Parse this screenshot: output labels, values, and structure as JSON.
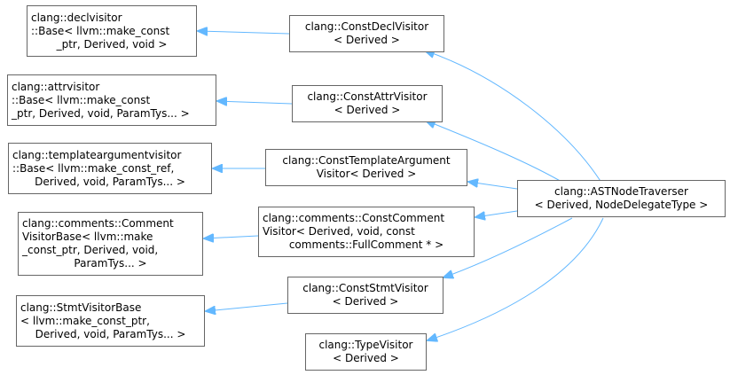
{
  "colors": {
    "edge": "#63b8ff",
    "border": "#666666",
    "background": "#ffffff"
  },
  "nodes": {
    "n1": {
      "lines": [
        "clang::declvisitor",
        "::Base< llvm::make_const",
        "_ptr, Derived, void >"
      ]
    },
    "n2": {
      "lines": [
        "clang::ConstDeclVisitor",
        "< Derived >"
      ]
    },
    "n3": {
      "lines": [
        "clang::attrvisitor",
        "::Base< llvm::make_const",
        "_ptr, Derived, void, ParamTys... >"
      ]
    },
    "n4": {
      "lines": [
        "clang::ConstAttrVisitor",
        "< Derived >"
      ]
    },
    "n5": {
      "lines": [
        "clang::templateargumentvisitor",
        "::Base< llvm::make_const_ref,",
        "Derived, void, ParamTys... >"
      ]
    },
    "n6": {
      "lines": [
        "clang::ConstTemplateArgument",
        "Visitor< Derived >"
      ]
    },
    "n7": {
      "lines": [
        "clang::comments::Comment",
        "VisitorBase< llvm::make",
        "_const_ptr, Derived, void,",
        "ParamTys... >"
      ]
    },
    "n8": {
      "lines": [
        "clang::comments::ConstComment",
        "Visitor< Derived, void, const",
        "comments::FullComment * >"
      ]
    },
    "n9": {
      "lines": [
        "clang::StmtVisitorBase",
        "< llvm::make_const_ptr,",
        "Derived, void, ParamTys... >"
      ]
    },
    "n10": {
      "lines": [
        "clang::ConstStmtVisitor",
        "< Derived >"
      ]
    },
    "n11": {
      "lines": [
        "clang::TypeVisitor",
        "< Derived >"
      ]
    },
    "n12": {
      "lines": [
        "clang::ASTNodeTraverser",
        "< Derived, NodeDelegateType >"
      ]
    }
  }
}
